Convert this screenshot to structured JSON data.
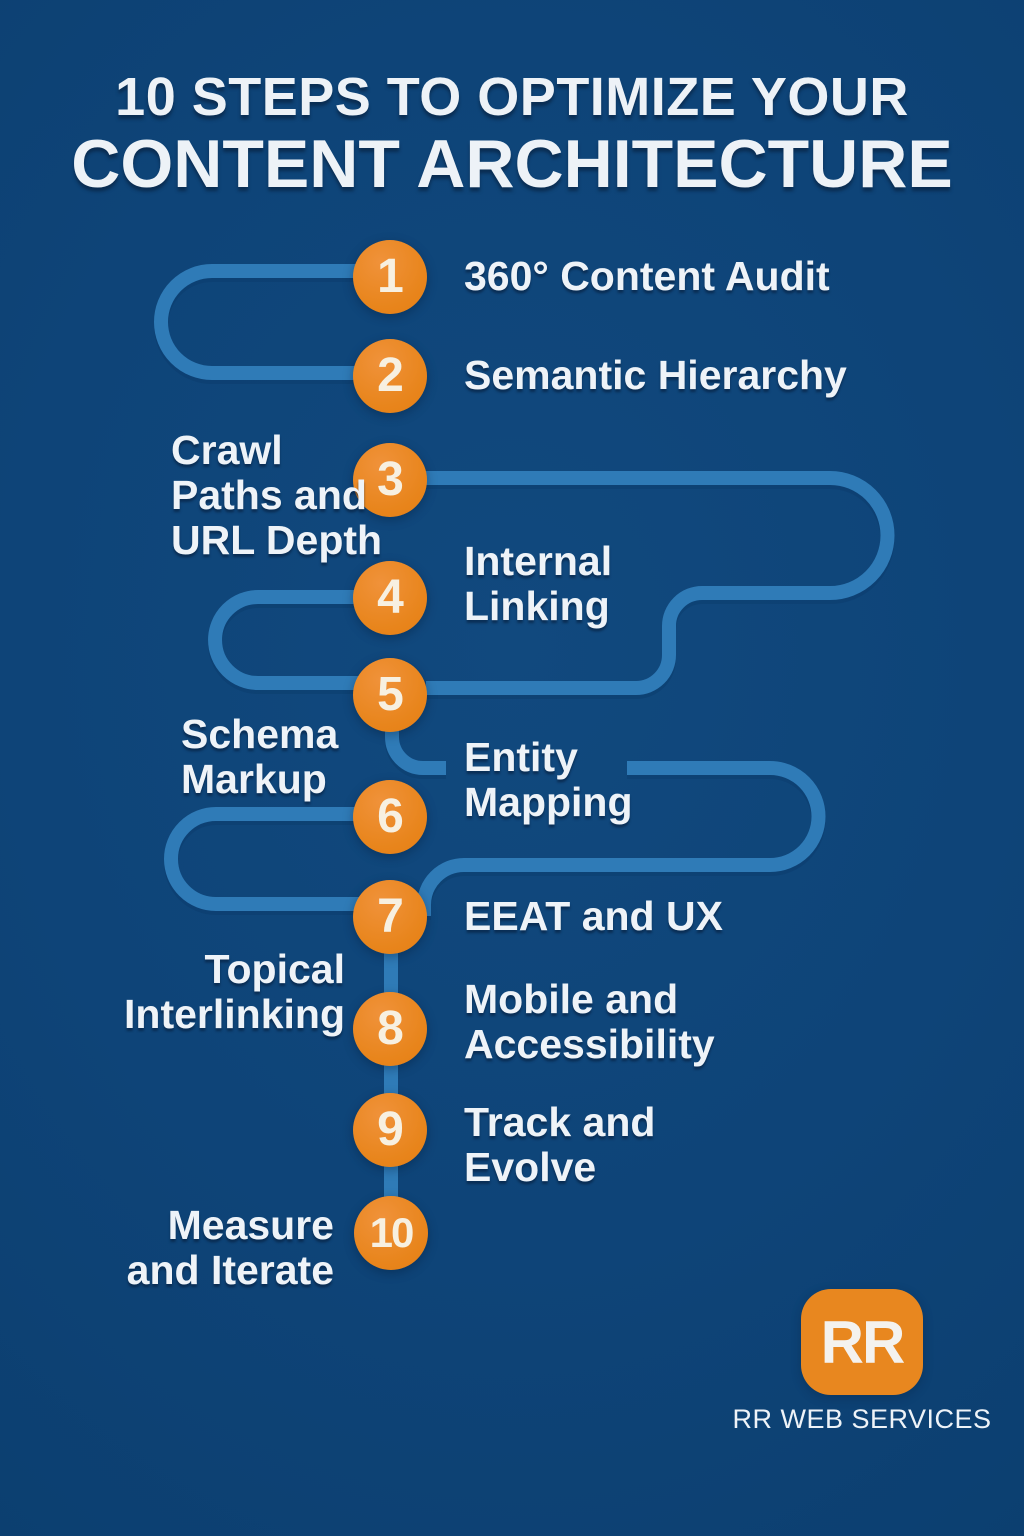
{
  "title": {
    "line1": "10 STEPS TO OPTIMIZE YOUR",
    "line2": "CONTENT ARCHITECTURE"
  },
  "palette": {
    "background": "#0e4478",
    "path_blue": "#2f7bb7",
    "path_shadow": "#0a3a68",
    "circle_orange": "#e8851c",
    "number_color": "#f7f0e1",
    "label_color": "#eef3f8"
  },
  "steps": [
    {
      "number": "1",
      "label": "360° Content Audit",
      "label_side": "right"
    },
    {
      "number": "2",
      "label": "Semantic Hierarchy",
      "label_side": "right"
    },
    {
      "number": "3",
      "label": "Crawl\nPaths and\nURL Depth",
      "label_side": "left"
    },
    {
      "number": "4",
      "label": "Internal\nLinking",
      "label_side": "right"
    },
    {
      "number": "5",
      "label": "Schema\nMarkup",
      "label_side": "left"
    },
    {
      "number": "6",
      "label": "Entity\nMapping",
      "label_side": "right"
    },
    {
      "number": "7",
      "label": "EEAT and UX",
      "label_side": "right"
    },
    {
      "number": "8",
      "label": "Mobile and\nAccessibility",
      "label_side": "right",
      "label_secondary": "Topical\nInterlinking",
      "label_secondary_side": "left"
    },
    {
      "number": "9",
      "label": "Track and\nEvolve",
      "label_side": "right"
    },
    {
      "number": "10",
      "label": "Measure\nand Iterate",
      "label_side": "left"
    }
  ],
  "footer": {
    "logo_monogram": "RR",
    "brand_name": "RR WEB SERVICES"
  }
}
